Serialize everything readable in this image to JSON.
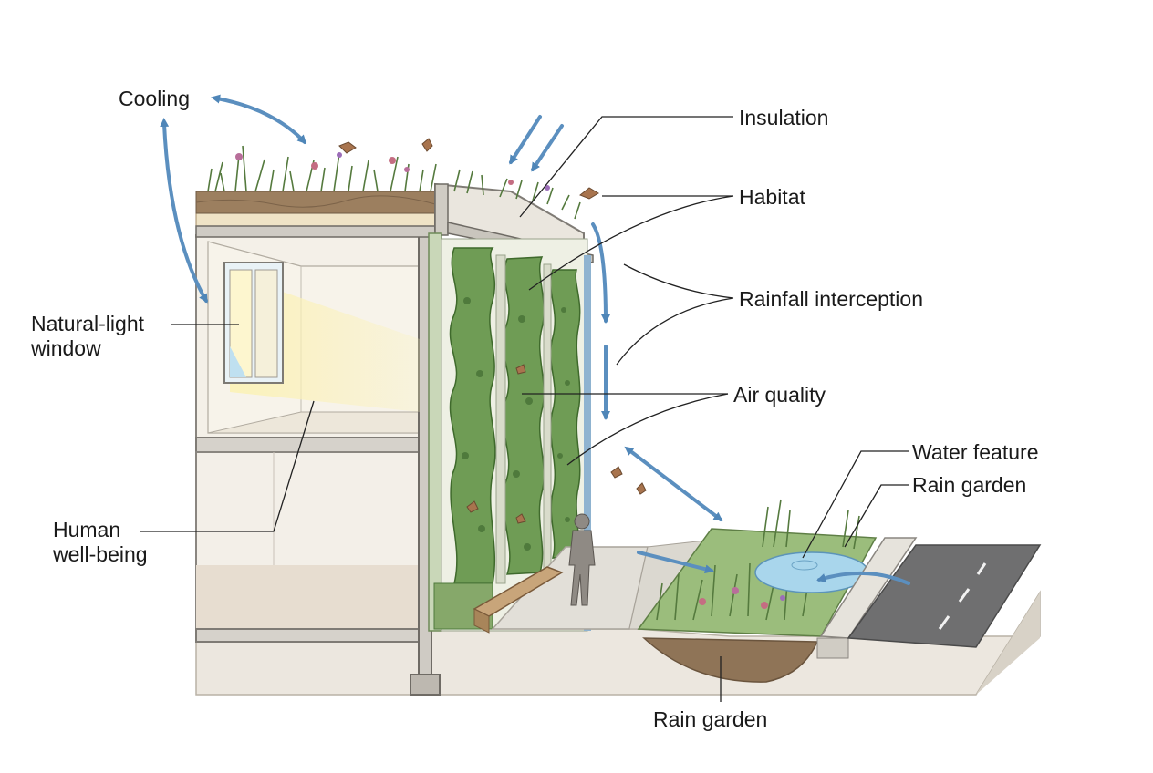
{
  "labels": {
    "cooling": "Cooling",
    "insulation": "Insulation",
    "habitat": "Habitat",
    "rainfall_interception": "Rainfall interception",
    "air_quality": "Air quality",
    "water_feature": "Water feature",
    "rain_garden_right": "Rain garden",
    "natural_light_line1": "Natural-light",
    "natural_light_line2": "window",
    "human_line1": "Human",
    "human_line2": "well-being",
    "rain_garden_bottom": "Rain garden"
  },
  "colors": {
    "arrow": "#5b8fbf",
    "greenery": "#6e9a55",
    "greenery_dark": "#4f7a3c",
    "soil": "#8a6d4f",
    "concrete": "#e9e4dc",
    "road": "#7a7a7a",
    "water": "#9fd0e6",
    "light_beam": "#fbf3c4",
    "leader": "#222222"
  }
}
